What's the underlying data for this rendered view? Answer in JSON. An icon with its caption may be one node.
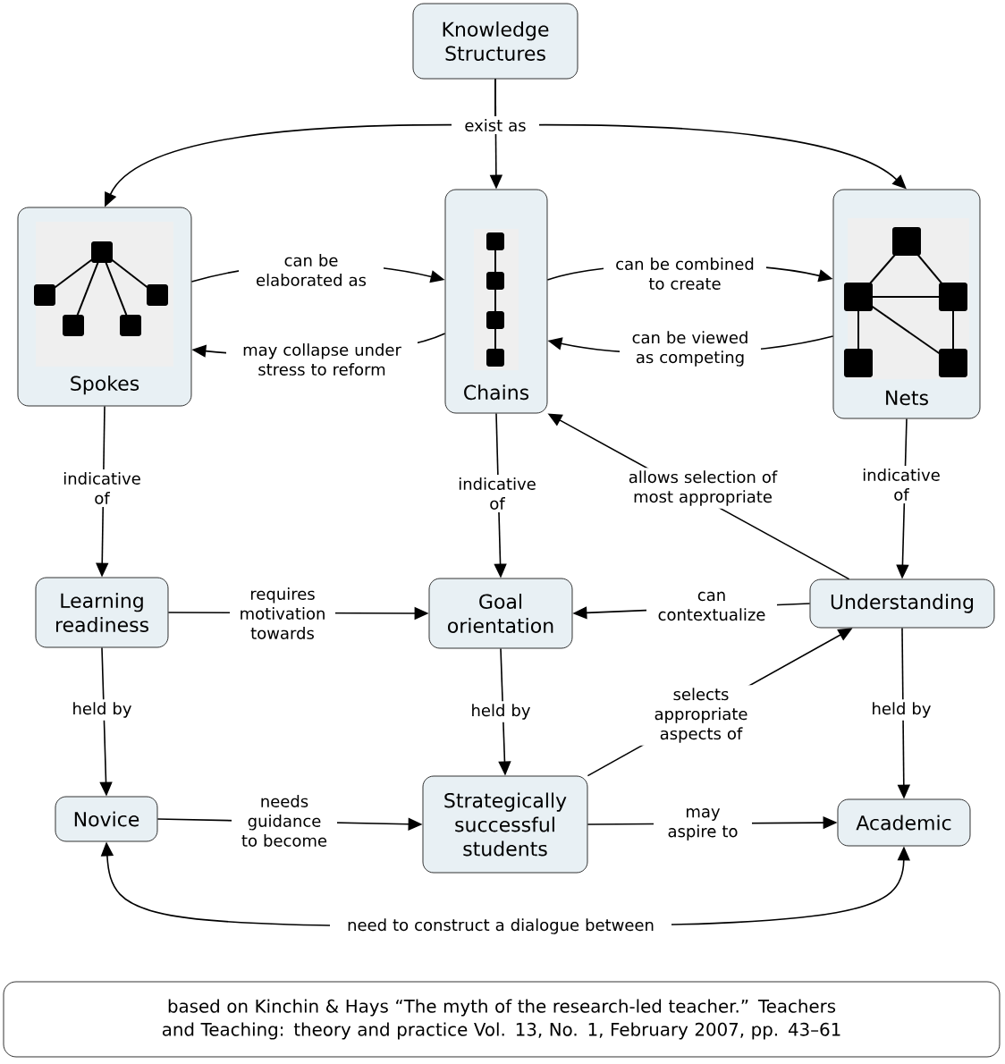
{
  "diagram": {
    "nodes": [
      {
        "text": [
          "Knowledge Structures"
        ]
      },
      {
        "text": [
          "Spokes"
        ]
      },
      {
        "text": [
          "Chains"
        ]
      },
      {
        "text": [
          "Nets"
        ]
      },
      {
        "text": [
          "Learning readiness"
        ]
      },
      {
        "text": [
          "Goal orientation"
        ]
      },
      {
        "text": [
          "Understanding"
        ]
      },
      {
        "text": [
          "Novice"
        ]
      },
      {
        "text": [
          "Strategically successful students"
        ]
      },
      {
        "text": [
          "Academic"
        ]
      },
      {
        "text": [
          "based on Kinchin & Hays “The myth of the research-led teacher.” Teachers and Teaching: theory and practice Vol. 13, No. 1, February 2007, pp. 43–61"
        ]
      }
    ],
    "edges": [
      {
        "from": 0,
        "to": 1,
        "arrow": "to"
      },
      {
        "from": 0,
        "to": 2,
        "arrow": "to",
        "label": "exist as"
      },
      {
        "from": 0,
        "to": 3,
        "arrow": "to"
      },
      {
        "from": 1,
        "to": 2,
        "arrow": "to",
        "label": "can be elaborated as"
      },
      {
        "from": 2,
        "to": 1,
        "arrow": "to",
        "label": "may collapse under stress to reform"
      },
      {
        "from": 2,
        "to": 3,
        "arrow": "to",
        "label": "can be combined to create"
      },
      {
        "from": 3,
        "to": 2,
        "arrow": "to",
        "label": "can be viewed as competing"
      },
      {
        "from": 1,
        "to": 4,
        "arrow": "to",
        "label": "indicative of"
      },
      {
        "from": 2,
        "to": 5,
        "arrow": "to",
        "label": "indicative of"
      },
      {
        "from": 3,
        "to": 6,
        "arrow": "to",
        "label": "indicative of"
      },
      {
        "from": 6,
        "to": 2,
        "arrow": "to",
        "label": "allows selection of most appropriate"
      },
      {
        "from": 4,
        "to": 5,
        "arrow": "to",
        "label": "requires motivation towards"
      },
      {
        "from": 6,
        "to": 5,
        "arrow": "to",
        "label": "can contextualize"
      },
      {
        "from": 4,
        "to": 7,
        "arrow": "to",
        "label": "held by"
      },
      {
        "from": 5,
        "to": 8,
        "arrow": "to",
        "label": "held by"
      },
      {
        "from": 6,
        "to": 9,
        "arrow": "to",
        "label": "held by"
      },
      {
        "from": 8,
        "to": 6,
        "arrow": "to",
        "label": "selects appropriate aspects of"
      },
      {
        "from": 7,
        "to": 8,
        "arrow": "to",
        "label": "needs guidance to become"
      },
      {
        "from": 8,
        "to": 9,
        "arrow": "to",
        "label": "may aspire to"
      },
      {
        "from": 7,
        "to": 9,
        "arrow": "both",
        "label": "need to construct a dialogue between"
      }
    ]
  }
}
